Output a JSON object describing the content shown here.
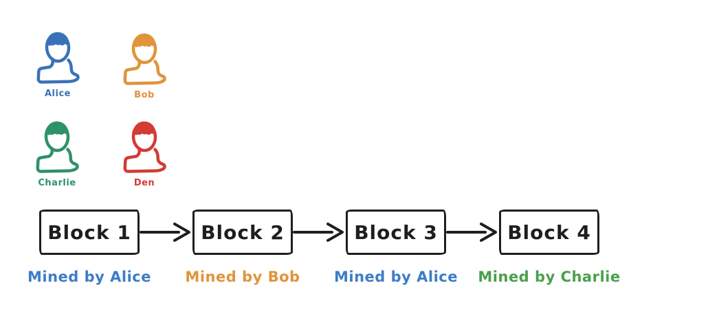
{
  "canvas": {
    "background": "#ffffff"
  },
  "participants": [
    {
      "name": "Alice",
      "color": "#3a72b8"
    },
    {
      "name": "Bob",
      "color": "#e0943c"
    },
    {
      "name": "Charlie",
      "color": "#2e9268"
    },
    {
      "name": "Den",
      "color": "#d23c34"
    }
  ],
  "chain": {
    "stroke_color": "#1e1e1e",
    "blocks": [
      {
        "label": "Block 1",
        "miner_label": "Mined by Alice",
        "miner_color": "#3d7cc6"
      },
      {
        "label": "Block 2",
        "miner_label": "Mined by Bob",
        "miner_color": "#e0943c"
      },
      {
        "label": "Block 3",
        "miner_label": "Mined by Alice",
        "miner_color": "#3d7cc6"
      },
      {
        "label": "Block 4",
        "miner_label": "Mined by Charlie",
        "miner_color": "#4aa04d"
      }
    ]
  }
}
